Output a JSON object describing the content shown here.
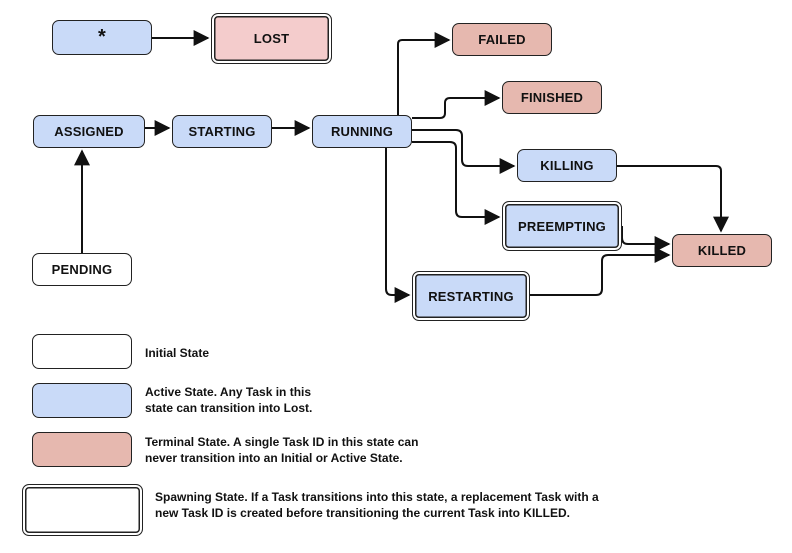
{
  "colors": {
    "active": "#c9daf8",
    "terminal": "#e6b8af",
    "lost": "#f4cccc",
    "initial": "#ffffff",
    "stroke": "#222222"
  },
  "nodes": {
    "any": "*",
    "lost": "LOST",
    "assigned": "ASSIGNED",
    "starting": "STARTING",
    "running": "RUNNING",
    "failed": "FAILED",
    "finished": "FINISHED",
    "killing": "KILLING",
    "preempting": "PREEMPTING",
    "restarting": "RESTARTING",
    "killed": "KILLED",
    "pending": "PENDING"
  },
  "edges": [
    [
      "any",
      "lost"
    ],
    [
      "pending",
      "assigned"
    ],
    [
      "assigned",
      "starting"
    ],
    [
      "starting",
      "running"
    ],
    [
      "running",
      "failed"
    ],
    [
      "running",
      "finished"
    ],
    [
      "running",
      "killing"
    ],
    [
      "running",
      "preempting"
    ],
    [
      "running",
      "restarting"
    ],
    [
      "killing",
      "killed"
    ],
    [
      "preempting",
      "killed"
    ],
    [
      "restarting",
      "killed"
    ]
  ],
  "legend": {
    "initial": "Initial State",
    "active": "Active State. Any Task in this\nstate can transition into Lost.",
    "terminal": "Terminal State. A single Task ID in this state can\nnever transition into an Initial or Active State.",
    "spawning": "Spawning State. If a Task transitions into this state, a replacement Task with a\nnew Task ID is created before transitioning the current Task into KILLED."
  }
}
